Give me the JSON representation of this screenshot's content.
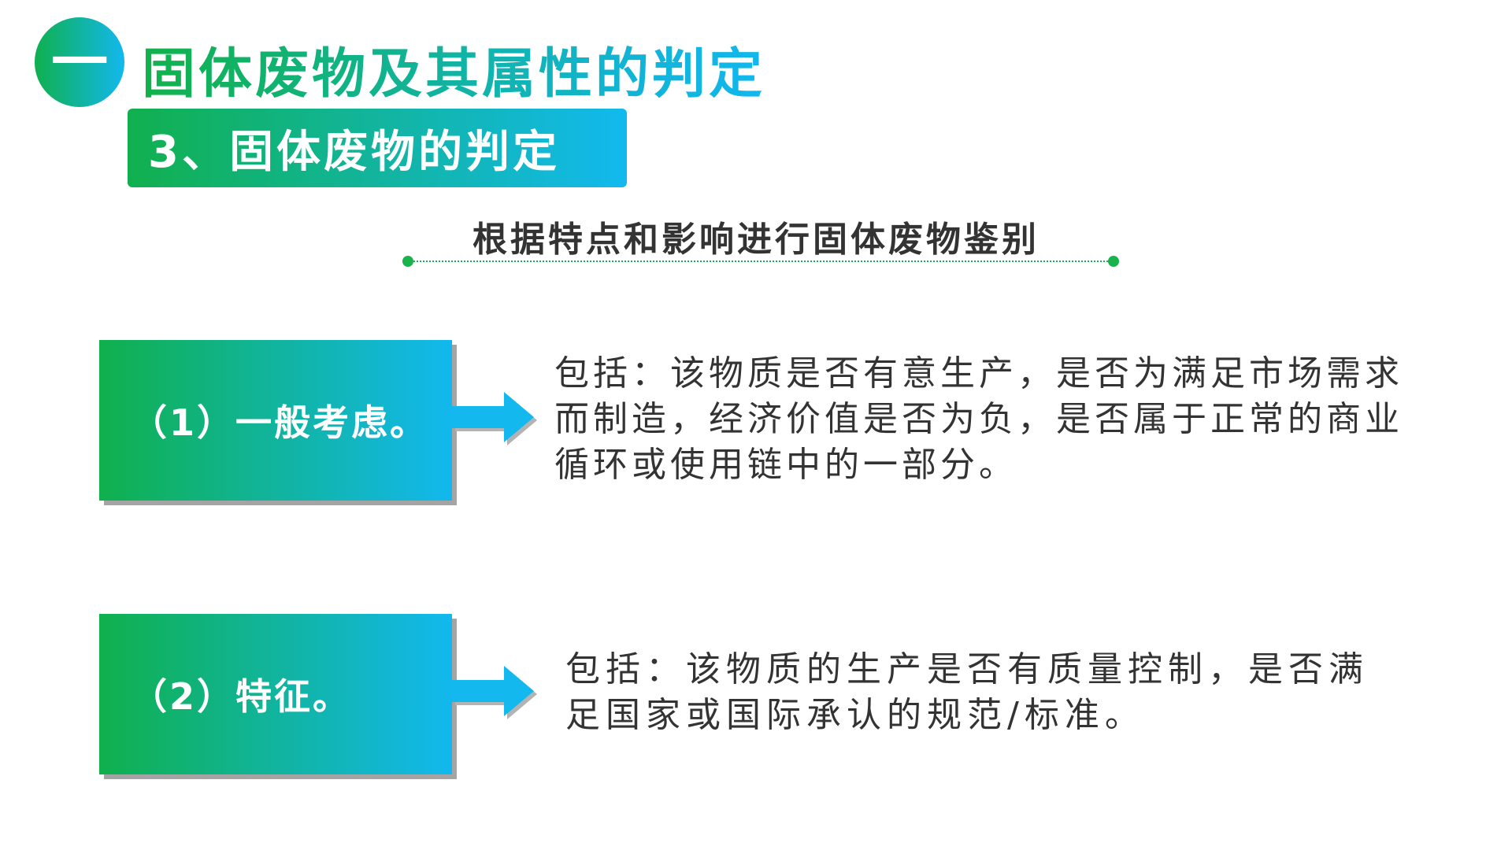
{
  "header": {
    "section_number": "一",
    "title": "固体废物及其属性的判定"
  },
  "subsection": {
    "title": "3、固体废物的判定"
  },
  "subheading": {
    "text": "根据特点和影响进行固体废物鉴别"
  },
  "criteria": [
    {
      "label": "（1）一般考虑。",
      "description": "包括：该物质是否有意生产，是否为满足市场需求而制造，经济价值是否为负，是否属于正常的商业循环或使用链中的一部分。"
    },
    {
      "label": "（2）特征。",
      "description": "包括：该物质的生产是否有质量控制，是否满足国家或国际承认的规范/标准。"
    }
  ],
  "colors": {
    "green": "#10b04d",
    "blue": "#12b8ee",
    "text": "#333333",
    "shadow": "#a4a4a4"
  },
  "icons": {
    "arrow": "arrow-right-icon"
  }
}
